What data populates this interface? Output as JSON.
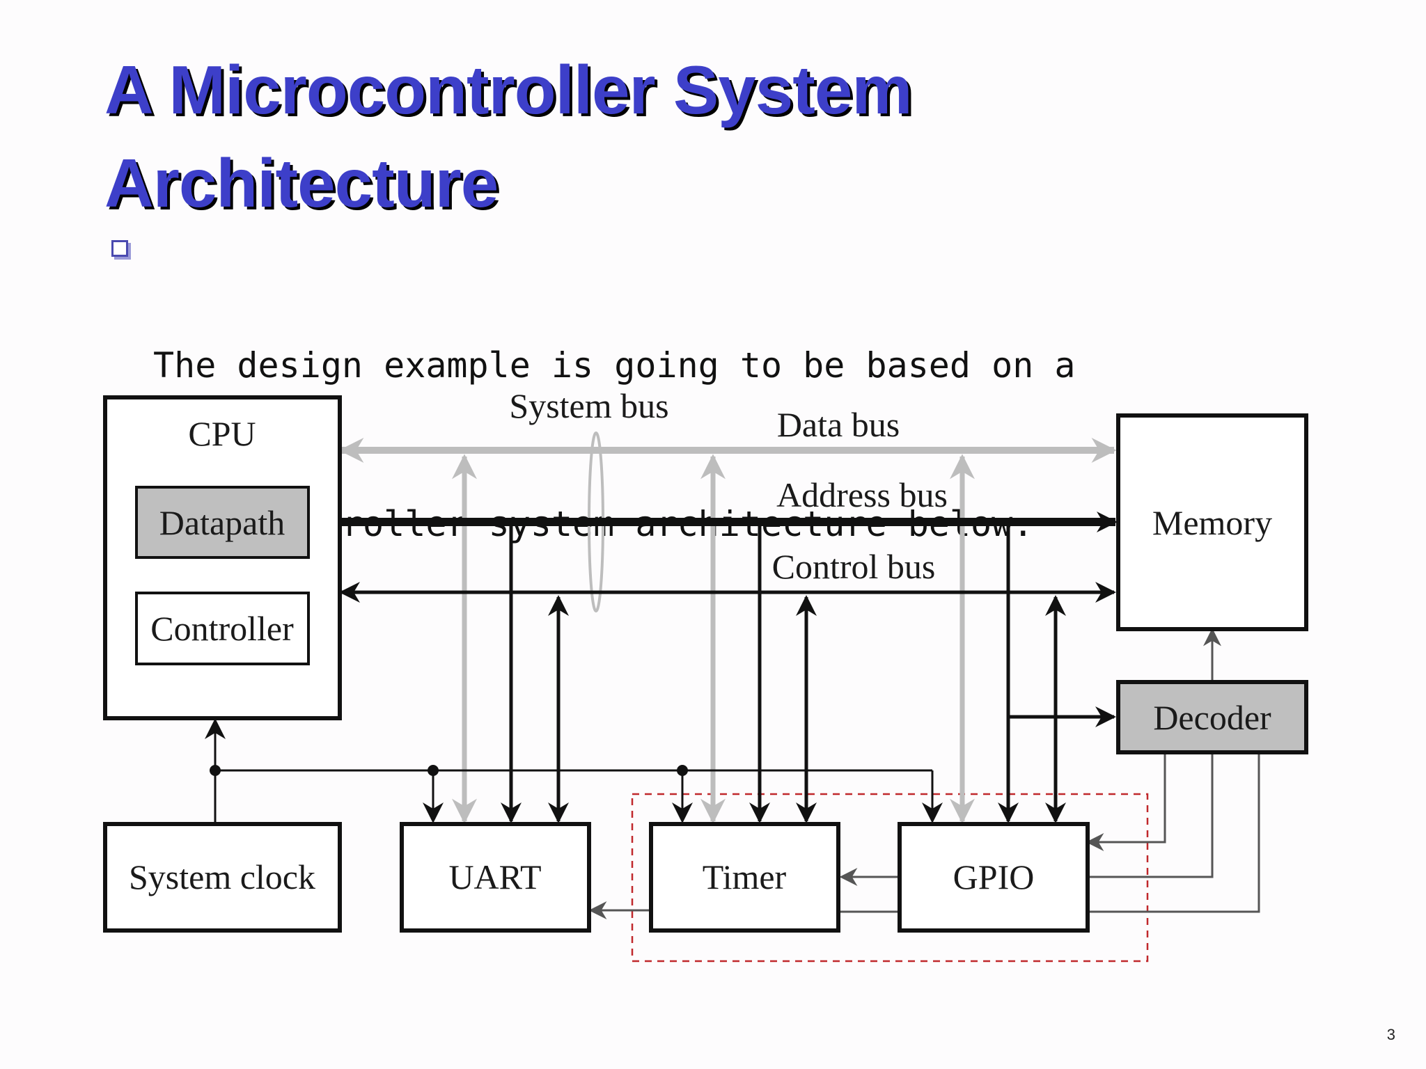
{
  "slide": {
    "title_lines": [
      "A Microcontroller System",
      "Architecture"
    ],
    "bullet_lines": [
      "The design example is going to be based on a",
      "microcontroller system architecture below:"
    ],
    "page_number": "3"
  },
  "diagram": {
    "cpu": {
      "label": "CPU",
      "datapath": "Datapath",
      "controller": "Controller"
    },
    "buses": {
      "system": "System bus",
      "data": "Data bus",
      "address": "Address bus",
      "control": "Control bus"
    },
    "blocks": {
      "memory": "Memory",
      "decoder": "Decoder",
      "system_clock": "System clock",
      "uart": "UART",
      "timer": "Timer",
      "gpio": "GPIO"
    }
  },
  "colors": {
    "title": "#3d3fc9",
    "title_shadow": "#000000",
    "data_bus": "#bdbdbd",
    "shaded_block": "#bfbfbf",
    "highlight_dashed": "#c0282c"
  }
}
